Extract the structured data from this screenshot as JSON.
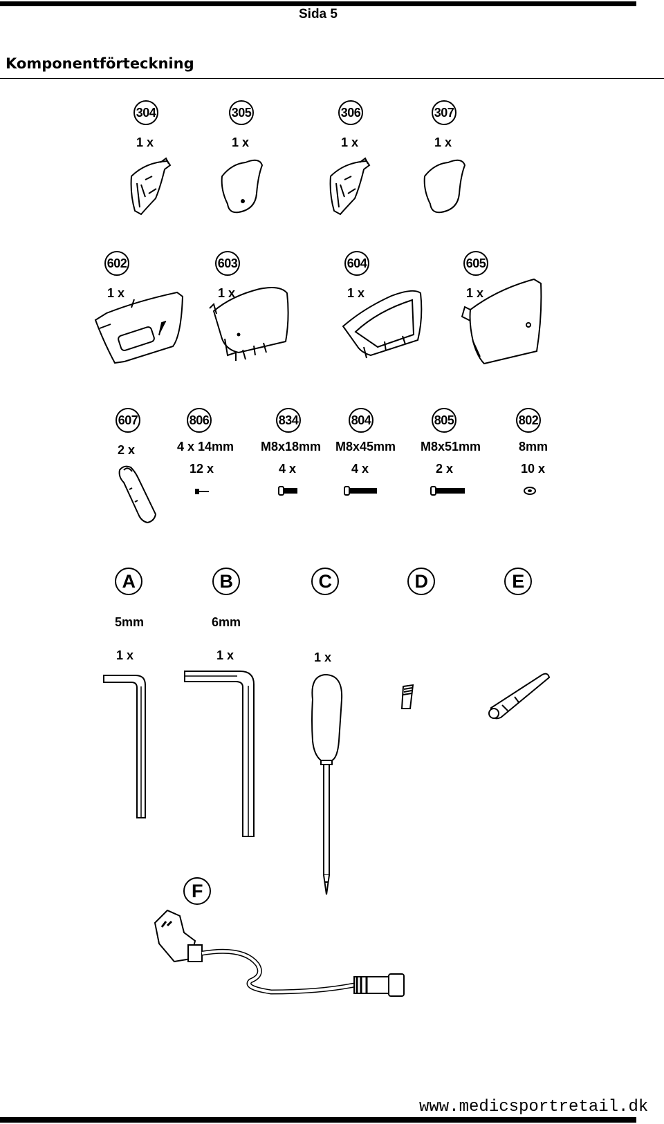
{
  "header": {
    "page": "Sida 5",
    "title": "Komponentförteckning"
  },
  "row1": [
    {
      "id": "304",
      "qty": "1 x"
    },
    {
      "id": "305",
      "qty": "1 x"
    },
    {
      "id": "306",
      "qty": "1 x"
    },
    {
      "id": "307",
      "qty": "1 x"
    }
  ],
  "row2": [
    {
      "id": "602",
      "qty": "1 x"
    },
    {
      "id": "603",
      "qty": "1 x"
    },
    {
      "id": "604",
      "qty": "1 x"
    },
    {
      "id": "605",
      "qty": "1 x"
    }
  ],
  "row3": [
    {
      "id": "607",
      "spec": "",
      "qty": "2 x"
    },
    {
      "id": "806",
      "spec": "4 x 14mm",
      "qty": "12 x"
    },
    {
      "id": "834",
      "spec": "M8x18mm",
      "qty": "4 x"
    },
    {
      "id": "804",
      "spec": "M8x45mm",
      "qty": "4 x"
    },
    {
      "id": "805",
      "spec": "M8x51mm",
      "qty": "2 x"
    },
    {
      "id": "802",
      "spec": "8mm",
      "qty": "10 x"
    }
  ],
  "tools": [
    {
      "id": "A",
      "spec": "5mm",
      "qty": "1 x"
    },
    {
      "id": "B",
      "spec": "6mm",
      "qty": "1 x"
    },
    {
      "id": "C",
      "spec": "",
      "qty": "1 x"
    },
    {
      "id": "D",
      "spec": "",
      "qty": ""
    },
    {
      "id": "E",
      "spec": "",
      "qty": ""
    },
    {
      "id": "F",
      "spec": "",
      "qty": ""
    }
  ],
  "footer": {
    "url": "www.medicsportretail.dk"
  }
}
